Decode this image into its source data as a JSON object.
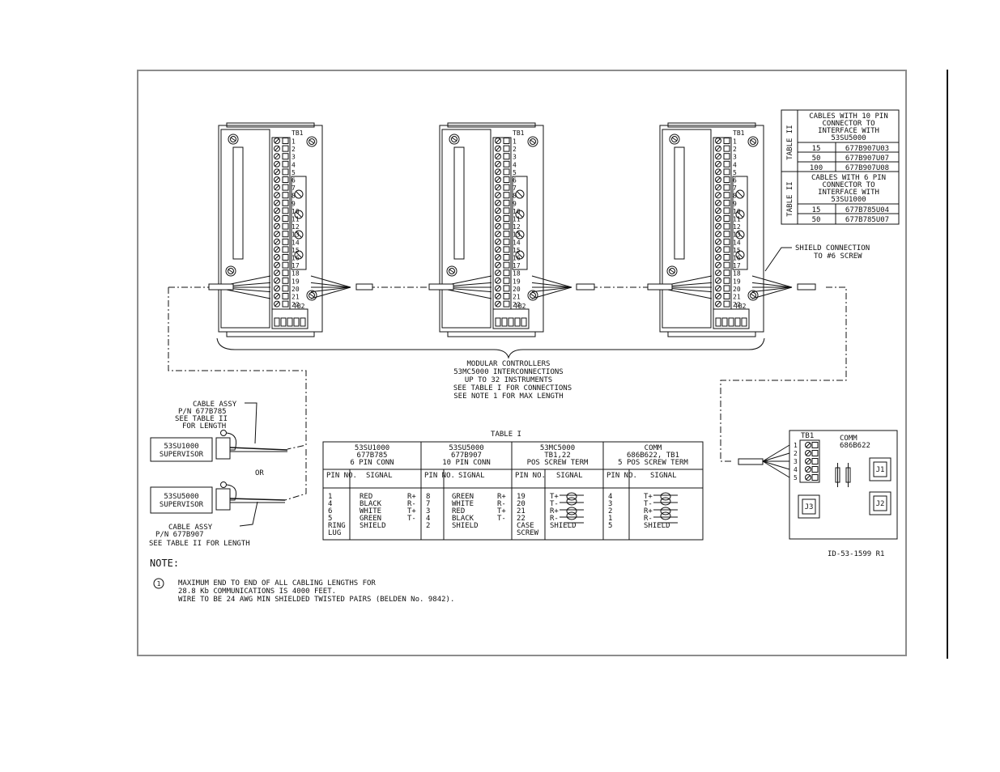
{
  "tb_labels": {
    "tb1": "TB1",
    "tb2": "TB2"
  },
  "terminal_numbers": [
    "1",
    "2",
    "3",
    "4",
    "5",
    "6",
    "7",
    "8",
    "9",
    "10",
    "11",
    "12",
    "13",
    "14",
    "15",
    "16",
    "17",
    "18",
    "19",
    "20",
    "21",
    "22"
  ],
  "shield_callout": [
    "SHIELD CONNECTION",
    "TO #6 SCREW"
  ],
  "modular_caption": [
    "MODULAR CONTROLLERS",
    "53MC5000 INTERCONNECTIONS",
    "UP TO 32 INSTRUMENTS",
    "SEE TABLE I FOR CONNECTIONS",
    "SEE NOTE 1 FOR MAX LENGTH"
  ],
  "table2": {
    "side_label_1": "TABLE II",
    "side_label_2": "TABLE II",
    "heading_1": [
      "CABLES WITH 10 PIN",
      "CONNECTOR TO",
      "INTERFACE WITH",
      "53SU5000"
    ],
    "rows_1": [
      [
        "15",
        "677B907U03"
      ],
      [
        "50",
        "677B907U07"
      ],
      [
        "100",
        "677B907U08"
      ]
    ],
    "heading_2": [
      "CABLES WITH 6 PIN",
      "CONNECTOR TO",
      "INTERFACE WITH",
      "53SU1000"
    ],
    "rows_2": [
      [
        "15",
        "677B785U04"
      ],
      [
        "50",
        "677B785U07"
      ]
    ]
  },
  "cable_assy_top": [
    "CABLE ASSY",
    "P/N 677B785",
    "SEE TABLE II",
    "FOR LENGTH"
  ],
  "supervisor_1": [
    "53SU1000",
    "SUPERVISOR"
  ],
  "or_label": "OR",
  "supervisor_2": [
    "53SU5000",
    "SUPERVISOR"
  ],
  "cable_assy_bottom": [
    "CABLE ASSY",
    "P/N 677B907",
    "SEE TABLE II FOR LENGTH"
  ],
  "table1": {
    "title": "TABLE I",
    "groups": [
      {
        "header": [
          "53SU1000",
          "677B785",
          "6 PIN CONN"
        ],
        "pin_col": "PIN NO.",
        "sig_col": "SIGNAL",
        "pins": [
          "1",
          "4",
          "6",
          "5",
          "RING",
          "LUG"
        ],
        "signals": [
          "RED",
          "BLACK",
          "WHITE",
          "GREEN",
          "SHIELD"
        ],
        "codes": [
          "R+",
          "R-",
          "T+",
          "T-"
        ]
      },
      {
        "header": [
          "53SU5000",
          "677B907",
          "10 PIN CONN"
        ],
        "pin_col": "PIN NO.",
        "sig_col": "SIGNAL",
        "pins": [
          "8",
          "7",
          "3",
          "4",
          "2"
        ],
        "signals": [
          "GREEN",
          "WHITE",
          "RED",
          "BLACK",
          "SHIELD"
        ],
        "codes": [
          "R+",
          "R-",
          "T+",
          "T-"
        ]
      },
      {
        "header": [
          "53MC5000",
          "TB1,22",
          "POS SCREW TERM"
        ],
        "pin_col": "PIN NO.",
        "sig_col": "SIGNAL",
        "pins": [
          "19",
          "20",
          "21",
          "22",
          "CASE",
          "SCREW"
        ],
        "signals": [
          "T+",
          "T-",
          "R+",
          "R-",
          "SHIELD"
        ]
      },
      {
        "header": [
          "COMM",
          "686B622, TB1",
          "5 POS SCREW TERM"
        ],
        "pin_col": "PIN NO.",
        "sig_col": "SIGNAL",
        "pins": [
          "4",
          "3",
          "2",
          "1",
          "5"
        ],
        "signals": [
          "T+",
          "T-",
          "R+",
          "R-",
          "SHIELD"
        ]
      }
    ]
  },
  "comm_box": {
    "tb": "TB1",
    "title": [
      "COMM",
      "686B622"
    ],
    "terms": [
      "1",
      "2",
      "3",
      "4",
      "5"
    ],
    "jacks": [
      "J1",
      "J2",
      "J3"
    ]
  },
  "drawing_id": "ID-53-1599 R1",
  "note": {
    "heading": "NOTE:",
    "marker": "1",
    "lines": [
      "MAXIMUM END TO END OF ALL CABLING LENGTHS FOR",
      "28.8 Kb COMMUNICATIONS IS 4000 FEET.",
      "WIRE TO BE 24 AWG MIN SHIELDED TWISTED PAIRS (BELDEN No. 9842)."
    ]
  }
}
